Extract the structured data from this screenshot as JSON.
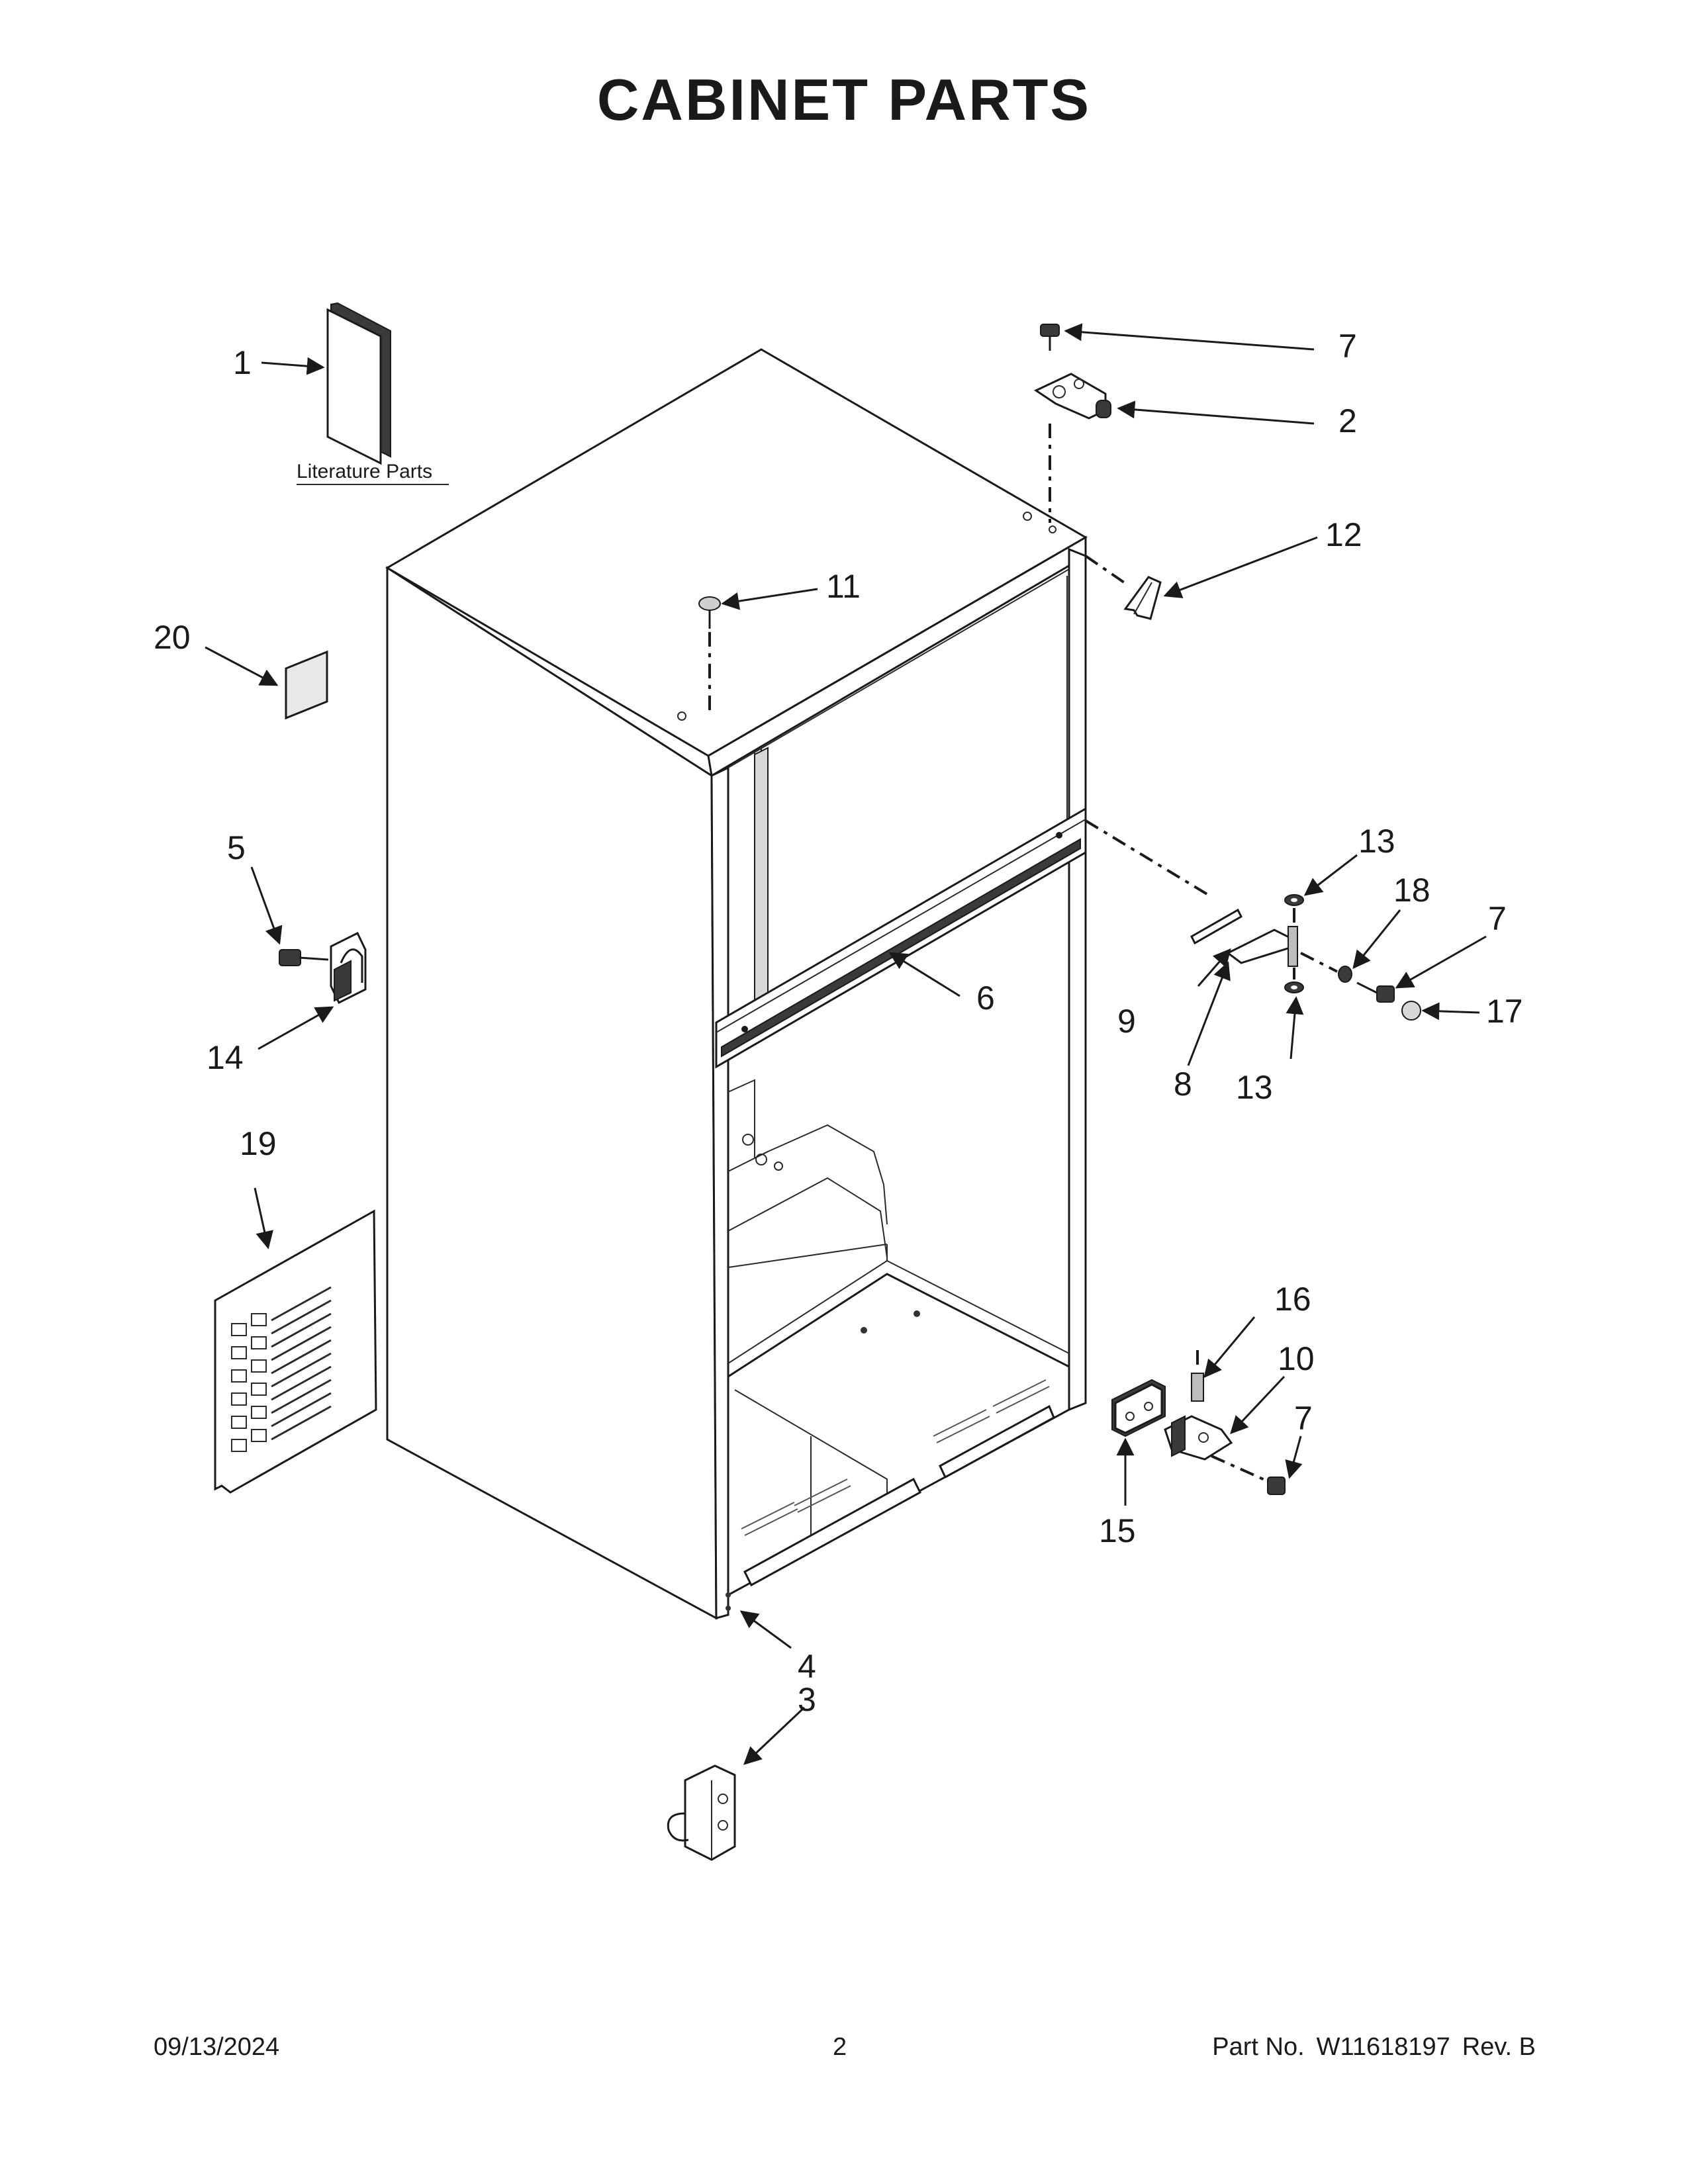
{
  "title": "CABINET PARTS",
  "literature_label": "Literature Parts",
  "callouts": {
    "c1": "1",
    "c2": "2",
    "c3": "3",
    "c4": "4",
    "c5": "5",
    "c6": "6",
    "c7a": "7",
    "c7b": "7",
    "c7c": "7",
    "c8": "8",
    "c9": "9",
    "c10": "10",
    "c11": "11",
    "c12": "12",
    "c13a": "13",
    "c13b": "13",
    "c14": "14",
    "c15": "15",
    "c16": "16",
    "c17": "17",
    "c18": "18",
    "c19": "19",
    "c20": "20"
  },
  "footer": {
    "date": "09/13/2024",
    "page": "2",
    "part_prefix": "Part No.",
    "part_number": "W11618197",
    "revision": "Rev. B"
  }
}
